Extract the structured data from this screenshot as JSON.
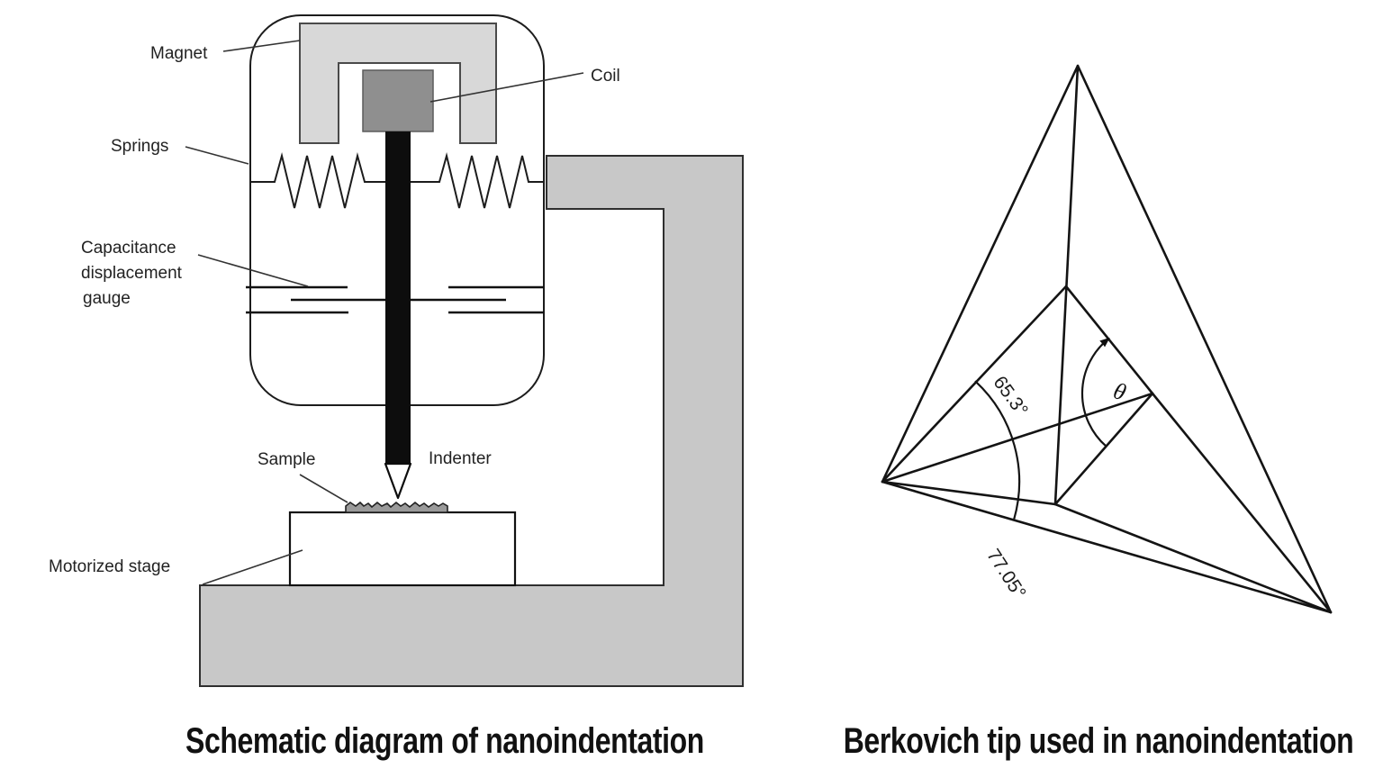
{
  "left_diagram": {
    "caption": "Schematic diagram of nanoindentation",
    "labels": {
      "magnet": "Magnet",
      "coil": "Coil",
      "springs": "Springs",
      "capacitance_line1": "Capacitance",
      "capacitance_line2": "displacement",
      "capacitance_line3": "gauge",
      "sample": "Sample",
      "indenter": "Indenter",
      "motorized_stage": "Motorized stage"
    }
  },
  "right_diagram": {
    "caption": "Berkovich tip used in nanoindentation",
    "labels": {
      "face_angle": "65.3°",
      "edge_angle": "77.05°",
      "theta": "θ"
    }
  },
  "colors": {
    "background": "#ffffff",
    "magnet_fill": "#d8d8d8",
    "coil_fill": "#8f8f8f",
    "frame_fill": "#c8c8c8",
    "sample_fill": "#9a9a9a",
    "stage_fill": "#ffffff",
    "line": "#1a1a1a",
    "label_text": "#222222",
    "caption_text": "#111111"
  }
}
